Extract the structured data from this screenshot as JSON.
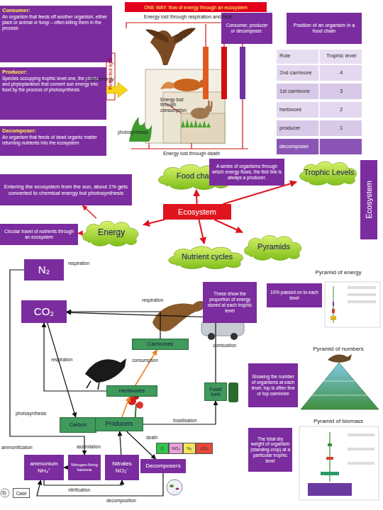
{
  "diagram": {
    "title": "ONE WAY: flow of energy through an ecosystem",
    "nodes": [
      {
        "text": [
          "Consumer:",
          "An organism that feeds off another organism, either plant or animal or fungi – often killing them in the process"
        ]
      },
      {
        "text": [
          "Consumer, producer or decomposer."
        ]
      },
      {
        "text": [
          "Position of an organism in a food chain"
        ]
      },
      {
        "text": [
          "Producer:",
          "Species occupying trophic level one, the plants and phytoplankton that convert sun energy into food by the process of photosynthesis"
        ]
      },
      {
        "text": [
          "Decomposer:",
          "An organism that feeds of dead organic matter returning nutrients into the ecosystem"
        ]
      },
      {
        "text": [
          "Food chain"
        ]
      },
      {
        "text": [
          "A series of organisms through which energy flows, the first link is always a producer."
        ]
      },
      {
        "text": [
          "Trophic Levels"
        ]
      },
      {
        "text": [
          "Ecosystem"
        ]
      },
      {
        "text": [
          "Entering the ecosystem from the sun, about 1% gets converted to chemical energy but photosynthesis"
        ]
      },
      {
        "text": [
          "Ecosystem"
        ]
      },
      {
        "text": [
          "Circular travel of nutrients through an ecosystem"
        ]
      },
      {
        "text": [
          "Energy"
        ]
      },
      {
        "text": [
          "Pyramids"
        ]
      },
      {
        "text": [
          "Nutrient cycles"
        ]
      },
      {
        "text": [
          "N₂"
        ]
      },
      {
        "text": [
          "CO₂"
        ]
      },
      {
        "text": [
          "These show the proportion of energy stored at each trophic level"
        ]
      },
      {
        "text": [
          "10% passed on to each level"
        ]
      },
      {
        "text": [
          "Carnivores"
        ]
      },
      {
        "text": [
          "Showing the number of organisms at each level, top is often few or top carnivore"
        ]
      },
      {
        "text": [
          "Herbivores"
        ]
      },
      {
        "text": [
          "Fossil fuels"
        ]
      },
      {
        "text": [
          "Carbon"
        ]
      },
      {
        "text": [
          "Producers"
        ]
      },
      {
        "text": [
          "The total dry weight of organism (standing crop) at a particular trophic level"
        ]
      },
      {
        "text": [
          "C"
        ]
      },
      {
        "text": [
          "NO₃"
        ]
      },
      {
        "text": [
          "N₂"
        ]
      },
      {
        "text": [
          "CO₂"
        ]
      },
      {
        "text": [
          "ammonium",
          "NH₄⁺"
        ]
      },
      {
        "text": [
          "Nitrogen-fixing bacteria"
        ]
      },
      {
        "text": [
          "Nitrates",
          "NO₃⁻"
        ]
      },
      {
        "text": [
          "Decomposers"
        ]
      },
      {
        "text": [
          "Case"
        ]
      }
    ],
    "edges": [
      {
        "from": 10,
        "to": 5,
        "arrow": "to"
      },
      {
        "from": 10,
        "to": 7,
        "arrow": "to"
      },
      {
        "from": 10,
        "to": 12,
        "arrow": "to"
      },
      {
        "from": 10,
        "to": 13,
        "arrow": "to"
      },
      {
        "from": 10,
        "to": 14,
        "arrow": "to"
      },
      {
        "from": 5,
        "to": 6,
        "arrow": "to"
      },
      {
        "from": 12,
        "to": 9,
        "arrow": "to"
      },
      {
        "from": 12,
        "to": 11,
        "arrow": "to"
      },
      {
        "from": 19,
        "to": 16,
        "arrow": "to"
      },
      {
        "from": 21,
        "to": 16,
        "arrow": "to"
      },
      {
        "from": 21,
        "to": 19,
        "arrow": "to"
      },
      {
        "from": 22,
        "to": 16,
        "arrow": "to"
      },
      {
        "from": 16,
        "to": 23,
        "arrow": "to"
      },
      {
        "from": 24,
        "to": 21,
        "arrow": "to"
      },
      {
        "from": 24,
        "to": 22,
        "arrow": "to"
      },
      {
        "from": 24,
        "to": 33,
        "arrow": "to"
      },
      {
        "from": 32,
        "to": 24,
        "arrow": "to"
      },
      {
        "from": 33,
        "to": 30,
        "arrow": "to"
      },
      {
        "from": 30,
        "to": 32,
        "arrow": "to"
      },
      {
        "from": 15,
        "to": 31,
        "arrow": "to"
      },
      {
        "from": 31,
        "to": 30,
        "arrow": "to"
      }
    ],
    "labels": [
      "Energy lost through respiration and heat",
      "Light energy",
      "Reflected light",
      "Energy lost through consumption",
      "photosynthesis",
      "Energy lost through death",
      "Role",
      "Trophic level",
      "2nd carnivore",
      "4",
      "1st carnivore",
      "3",
      "herbivore",
      "2",
      "producer",
      "1",
      "decomposer",
      "respiration",
      "respiration",
      "combustion",
      "respiration",
      "consumption",
      "photosynthesis",
      "fossilisation",
      "death",
      "ammonification",
      "assimilation",
      "nitrification",
      "decomposition",
      "6)",
      "Pyramid of energy",
      "Pyramid of numbers",
      "Pyramid of biomass"
    ]
  }
}
